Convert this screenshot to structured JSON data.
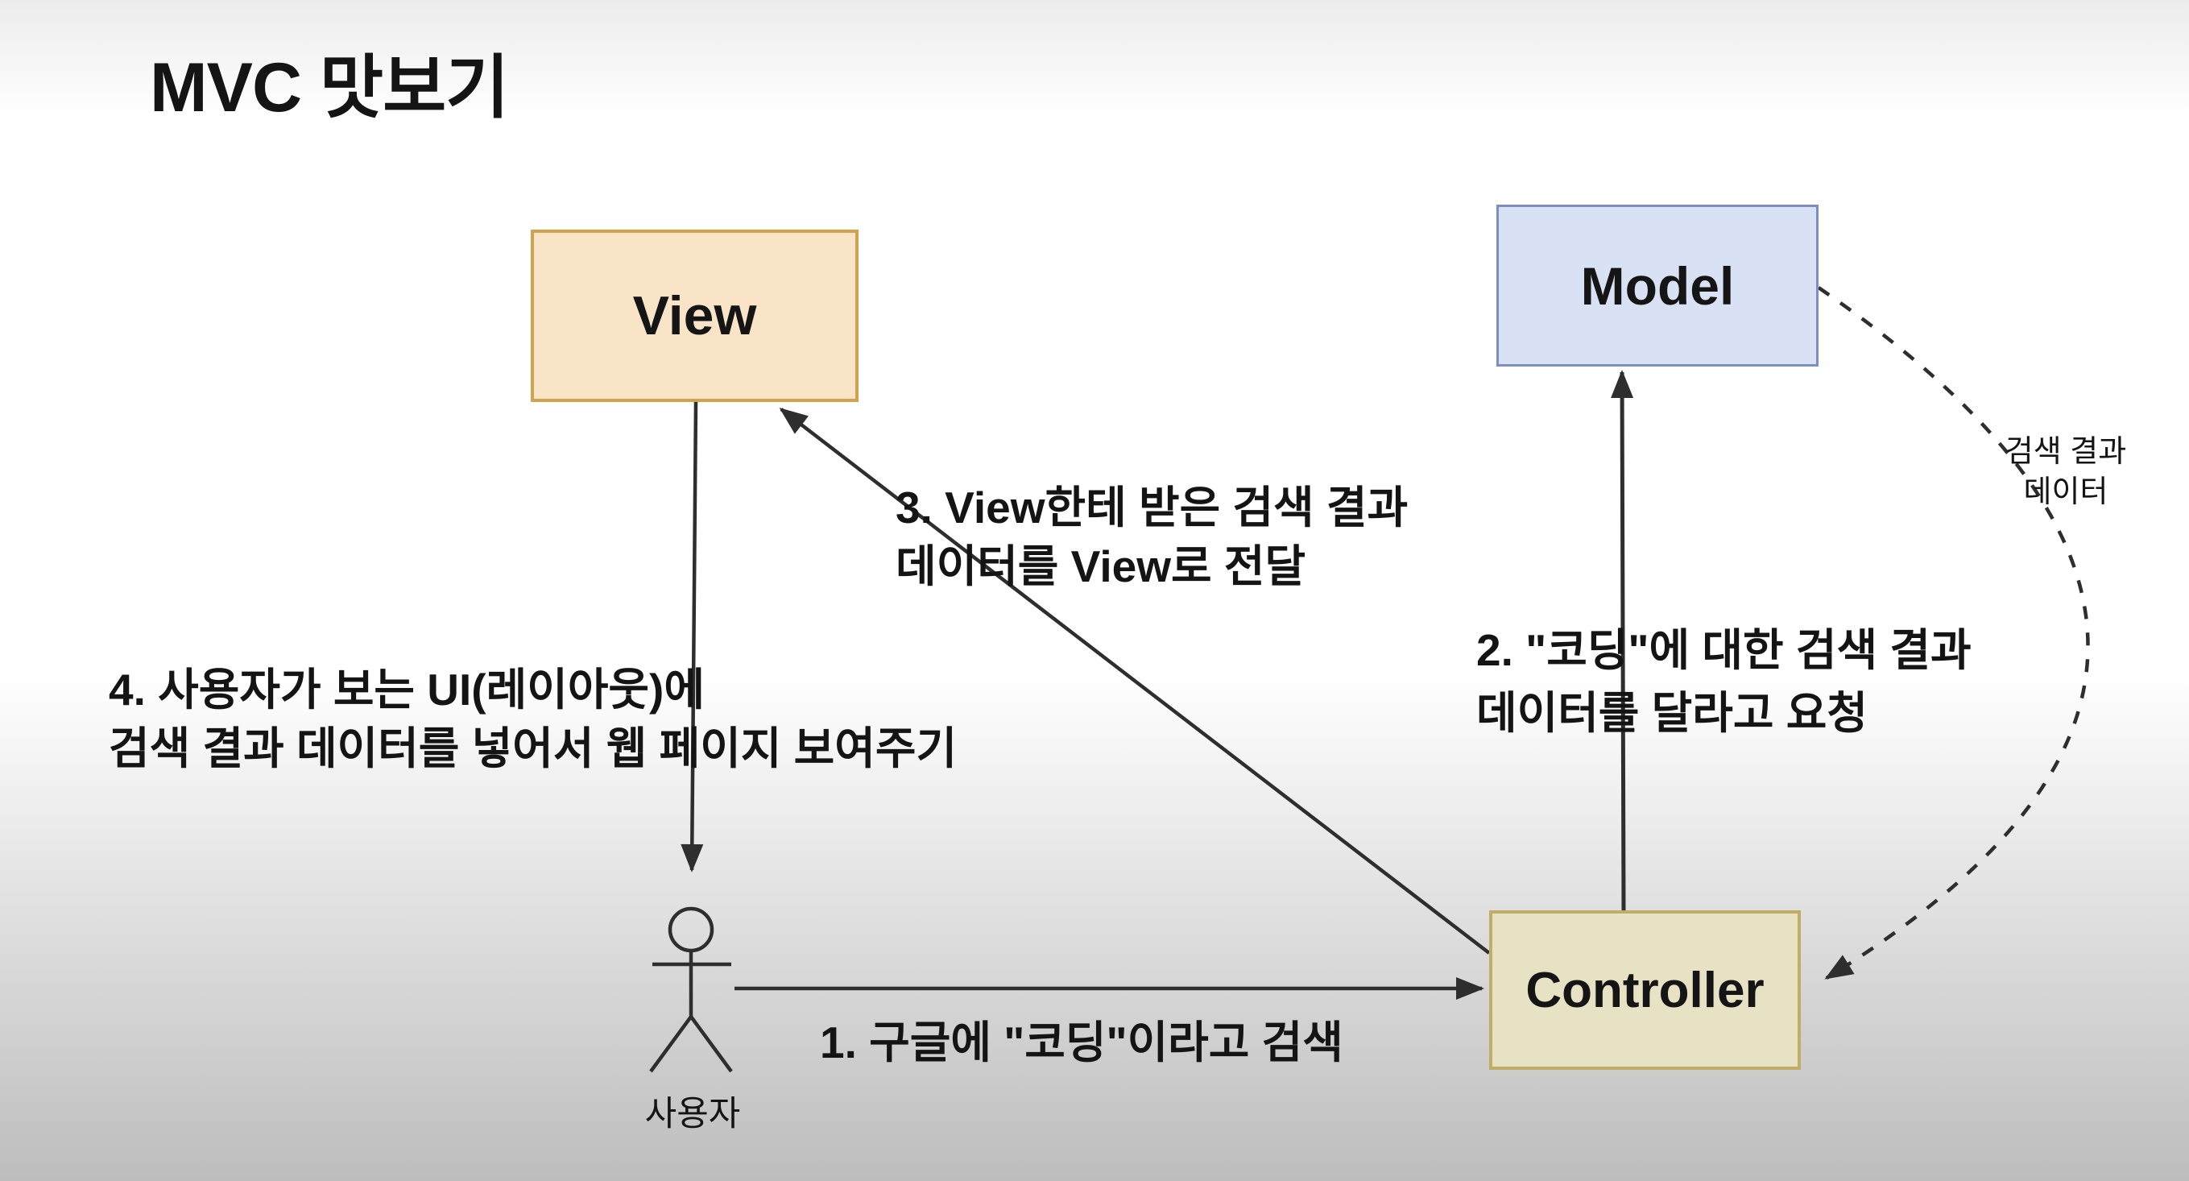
{
  "title": "MVC 맛보기",
  "colors": {
    "background_top": "#ececec",
    "background_mid": "#ffffff",
    "background_bottom": "#bdbdbd",
    "text": "#141414",
    "line": "#2e2e2e",
    "view_fill": "#f9e4c7",
    "view_border": "#d2a24e",
    "model_fill": "#d9e2f4",
    "model_border": "#7c8fbe",
    "controller_fill": "#e8e2c4",
    "controller_border": "#c0ae66"
  },
  "nodes": {
    "view": {
      "label": "View"
    },
    "model": {
      "label": "Model"
    },
    "controller": {
      "label": "Controller"
    },
    "user": {
      "label": "사용자"
    }
  },
  "annotations": {
    "step1": {
      "lines": [
        "1. 구글에 \"코딩\"이라고 검색"
      ]
    },
    "step2": {
      "lines": [
        "2. \"코딩\"에 대한 검색 결과",
        "데이터를 달라고 요청"
      ]
    },
    "step3": {
      "lines": [
        "3. View한테 받은 검색 결과",
        "데이터를 View로 전달"
      ]
    },
    "step4": {
      "lines": [
        "4. 사용자가 보는 UI(레이아웃)에",
        "검색 결과 데이터를 넣어서 웹 페이지 보여주기"
      ]
    },
    "model_return": {
      "lines": [
        "검색 결과",
        "데이터"
      ]
    }
  }
}
